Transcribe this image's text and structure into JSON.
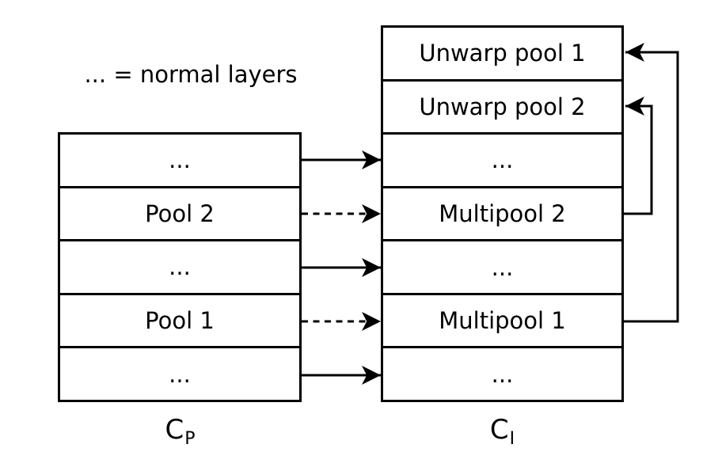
{
  "legend": {
    "text": "... = normal layers"
  },
  "colors": {
    "line": "#000000",
    "background": "#ffffff",
    "text": "#000000"
  },
  "columns": {
    "left": {
      "label_base": "C",
      "label_sub": "P",
      "rows": [
        "...",
        "Pool 2",
        "...",
        "Pool 1",
        "..."
      ]
    },
    "right": {
      "label_base": "C",
      "label_sub": "I",
      "rows": [
        "Unwarp pool 1",
        "Unwarp pool 2",
        "...",
        "Multipool 2",
        "...",
        "Multipool 1",
        "..."
      ]
    }
  },
  "connections": {
    "forward": [
      {
        "from": "... (top of C_P)",
        "to": "... (3rd row of C_I)",
        "style": "solid"
      },
      {
        "from": "Pool 2",
        "to": "Multipool 2",
        "style": "dashed"
      },
      {
        "from": "... (middle of C_P)",
        "to": "... (5th row of C_I)",
        "style": "solid"
      },
      {
        "from": "Pool 1",
        "to": "Multipool 1",
        "style": "dashed"
      },
      {
        "from": "... (bottom of C_P)",
        "to": "... (bottom of C_I)",
        "style": "solid"
      }
    ],
    "feedback": [
      {
        "from": "Multipool 2",
        "to": "Unwarp pool 2",
        "style": "solid"
      },
      {
        "from": "Multipool 1",
        "to": "Unwarp pool 1",
        "style": "solid"
      }
    ]
  }
}
